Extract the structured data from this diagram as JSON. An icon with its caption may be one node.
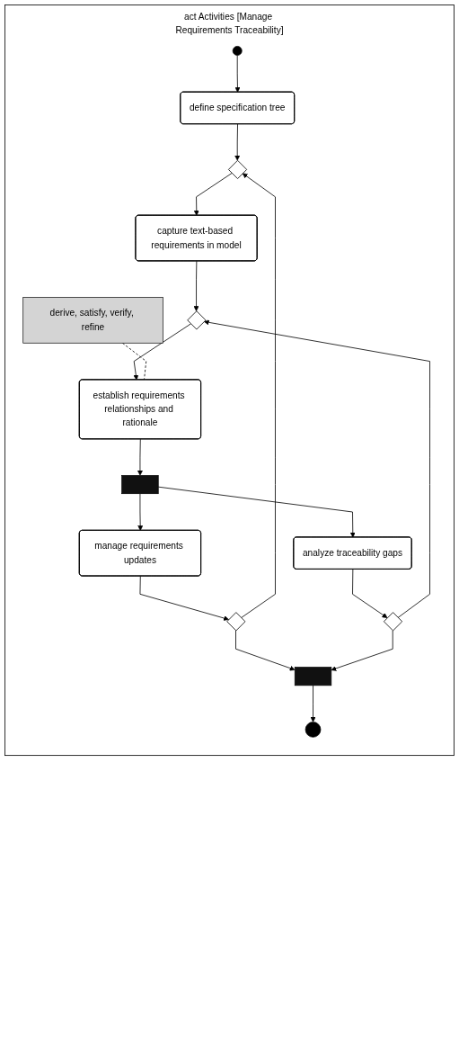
{
  "diagram": {
    "nodes": [
      {
        "text": [
          "act Activities [Manage Requirements Traceability]"
        ]
      },
      {
        "text": [],
        "shape": "circle",
        "in": 0
      },
      {
        "text": [
          "define specification tree"
        ],
        "in": 0
      },
      {
        "text": [],
        "shape": "diamond",
        "in": 0
      },
      {
        "text": [
          "capture text-based requirements in model"
        ],
        "in": 0
      },
      {
        "text": [],
        "shape": "diamond",
        "in": 0
      },
      {
        "text": [
          "derive, satisfy, verify, refine"
        ],
        "in": 0
      },
      {
        "text": [
          "establish requirements relationships and rationale"
        ],
        "in": 0
      },
      {
        "text": [],
        "shape": "bar",
        "in": 0
      },
      {
        "text": [
          "manage requirements updates"
        ],
        "in": 0
      },
      {
        "text": [
          "analyze traceability gaps"
        ],
        "in": 0
      },
      {
        "text": [],
        "shape": "diamond",
        "in": 0
      },
      {
        "text": [],
        "shape": "diamond",
        "in": 0
      },
      {
        "text": [],
        "shape": "bar",
        "in": 0
      },
      {
        "text": [],
        "shape": "circle",
        "in": 0
      }
    ],
    "edges": [
      {
        "from": 1,
        "to": 2,
        "arrow": "to"
      },
      {
        "from": 2,
        "to": 3,
        "arrow": "to"
      },
      {
        "from": 3,
        "to": 4,
        "arrow": "to"
      },
      {
        "from": 4,
        "to": 5,
        "arrow": "to"
      },
      {
        "from": 5,
        "to": 7,
        "arrow": "to"
      },
      {
        "from": 6,
        "to": 7,
        "arrow": "none",
        "style": "dashed"
      },
      {
        "from": 7,
        "to": 8,
        "arrow": "to"
      },
      {
        "from": 8,
        "to": 9,
        "arrow": "to"
      },
      {
        "from": 8,
        "to": 10,
        "arrow": "to"
      },
      {
        "from": 9,
        "to": 11,
        "arrow": "to"
      },
      {
        "from": 10,
        "to": 12,
        "arrow": "to"
      },
      {
        "from": 11,
        "to": 3,
        "arrow": "to"
      },
      {
        "from": 12,
        "to": 5,
        "arrow": "to"
      },
      {
        "from": 11,
        "to": 13,
        "arrow": "to"
      },
      {
        "from": 12,
        "to": 13,
        "arrow": "to"
      },
      {
        "from": 13,
        "to": 14,
        "arrow": "to"
      }
    ]
  }
}
